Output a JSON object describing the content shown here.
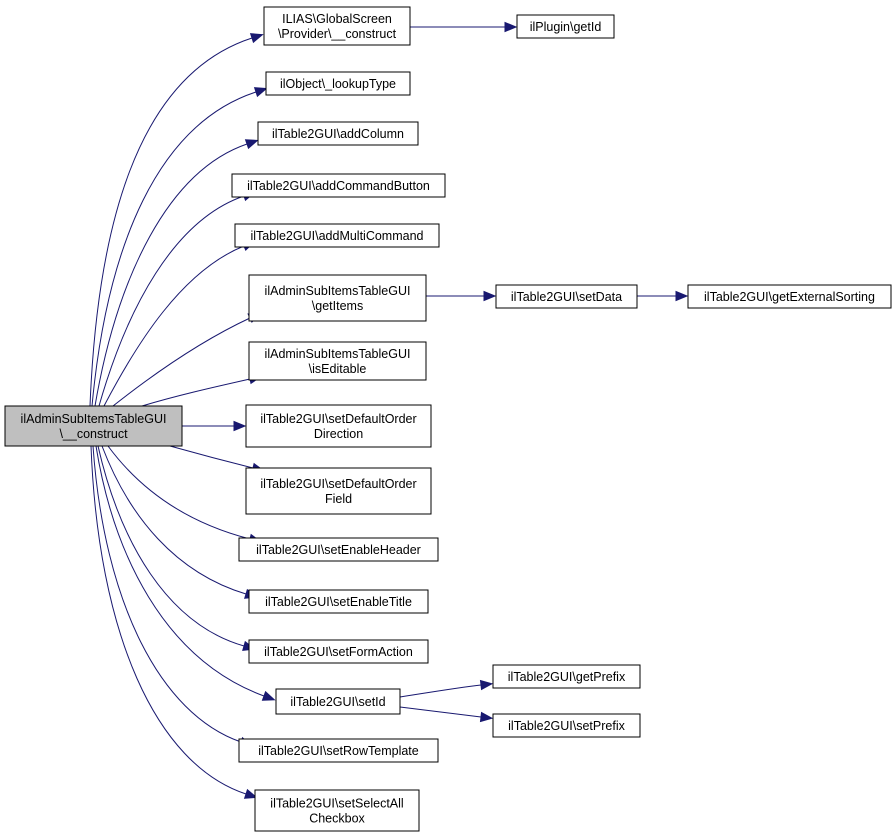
{
  "diagram": {
    "nodes": {
      "root": {
        "lines": [
          "ilAdminSubItemsTableGUI",
          "\\__construct"
        ]
      },
      "gs": {
        "lines": [
          "ILIAS\\GlobalScreen",
          "\\Provider\\__construct"
        ]
      },
      "plugin": {
        "lines": [
          "ilPlugin\\getId"
        ]
      },
      "lookup": {
        "lines": [
          "ilObject\\_lookupType"
        ]
      },
      "addcol": {
        "lines": [
          "ilTable2GUI\\addColumn"
        ]
      },
      "addcmd": {
        "lines": [
          "ilTable2GUI\\addCommandButton"
        ]
      },
      "addmulti": {
        "lines": [
          "ilTable2GUI\\addMultiCommand"
        ]
      },
      "getitems": {
        "lines": [
          "ilAdminSubItemsTableGUI",
          "\\getItems"
        ]
      },
      "setdata": {
        "lines": [
          "ilTable2GUI\\setData"
        ]
      },
      "extsort": {
        "lines": [
          "ilTable2GUI\\getExternalSorting"
        ]
      },
      "iseditable": {
        "lines": [
          "ilAdminSubItemsTableGUI",
          "\\isEditable"
        ]
      },
      "orderdir": {
        "lines": [
          "ilTable2GUI\\setDefaultOrder",
          "Direction"
        ]
      },
      "orderfield": {
        "lines": [
          "ilTable2GUI\\setDefaultOrder",
          "Field"
        ]
      },
      "enheader": {
        "lines": [
          "ilTable2GUI\\setEnableHeader"
        ]
      },
      "entitle": {
        "lines": [
          "ilTable2GUI\\setEnableTitle"
        ]
      },
      "formaction": {
        "lines": [
          "ilTable2GUI\\setFormAction"
        ]
      },
      "setid": {
        "lines": [
          "ilTable2GUI\\setId"
        ]
      },
      "getprefix": {
        "lines": [
          "ilTable2GUI\\getPrefix"
        ]
      },
      "setprefix": {
        "lines": [
          "ilTable2GUI\\setPrefix"
        ]
      },
      "rowtpl": {
        "lines": [
          "ilTable2GUI\\setRowTemplate"
        ]
      },
      "selall": {
        "lines": [
          "ilTable2GUI\\setSelectAll",
          "Checkbox"
        ]
      }
    },
    "edges": [
      {
        "from": "root",
        "to": "gs"
      },
      {
        "from": "gs",
        "to": "plugin"
      },
      {
        "from": "root",
        "to": "lookup"
      },
      {
        "from": "root",
        "to": "addcol"
      },
      {
        "from": "root",
        "to": "addcmd"
      },
      {
        "from": "root",
        "to": "addmulti"
      },
      {
        "from": "root",
        "to": "getitems"
      },
      {
        "from": "getitems",
        "to": "setdata"
      },
      {
        "from": "setdata",
        "to": "extsort"
      },
      {
        "from": "root",
        "to": "iseditable"
      },
      {
        "from": "root",
        "to": "orderdir"
      },
      {
        "from": "root",
        "to": "orderfield"
      },
      {
        "from": "root",
        "to": "enheader"
      },
      {
        "from": "root",
        "to": "entitle"
      },
      {
        "from": "root",
        "to": "formaction"
      },
      {
        "from": "root",
        "to": "setid"
      },
      {
        "from": "setid",
        "to": "getprefix"
      },
      {
        "from": "setid",
        "to": "setprefix"
      },
      {
        "from": "root",
        "to": "rowtpl"
      },
      {
        "from": "root",
        "to": "selall"
      }
    ],
    "colors": {
      "edge": "#191970",
      "root_fill": "#bfbfbf",
      "node_fill": "#ffffff",
      "border": "#000000"
    }
  }
}
